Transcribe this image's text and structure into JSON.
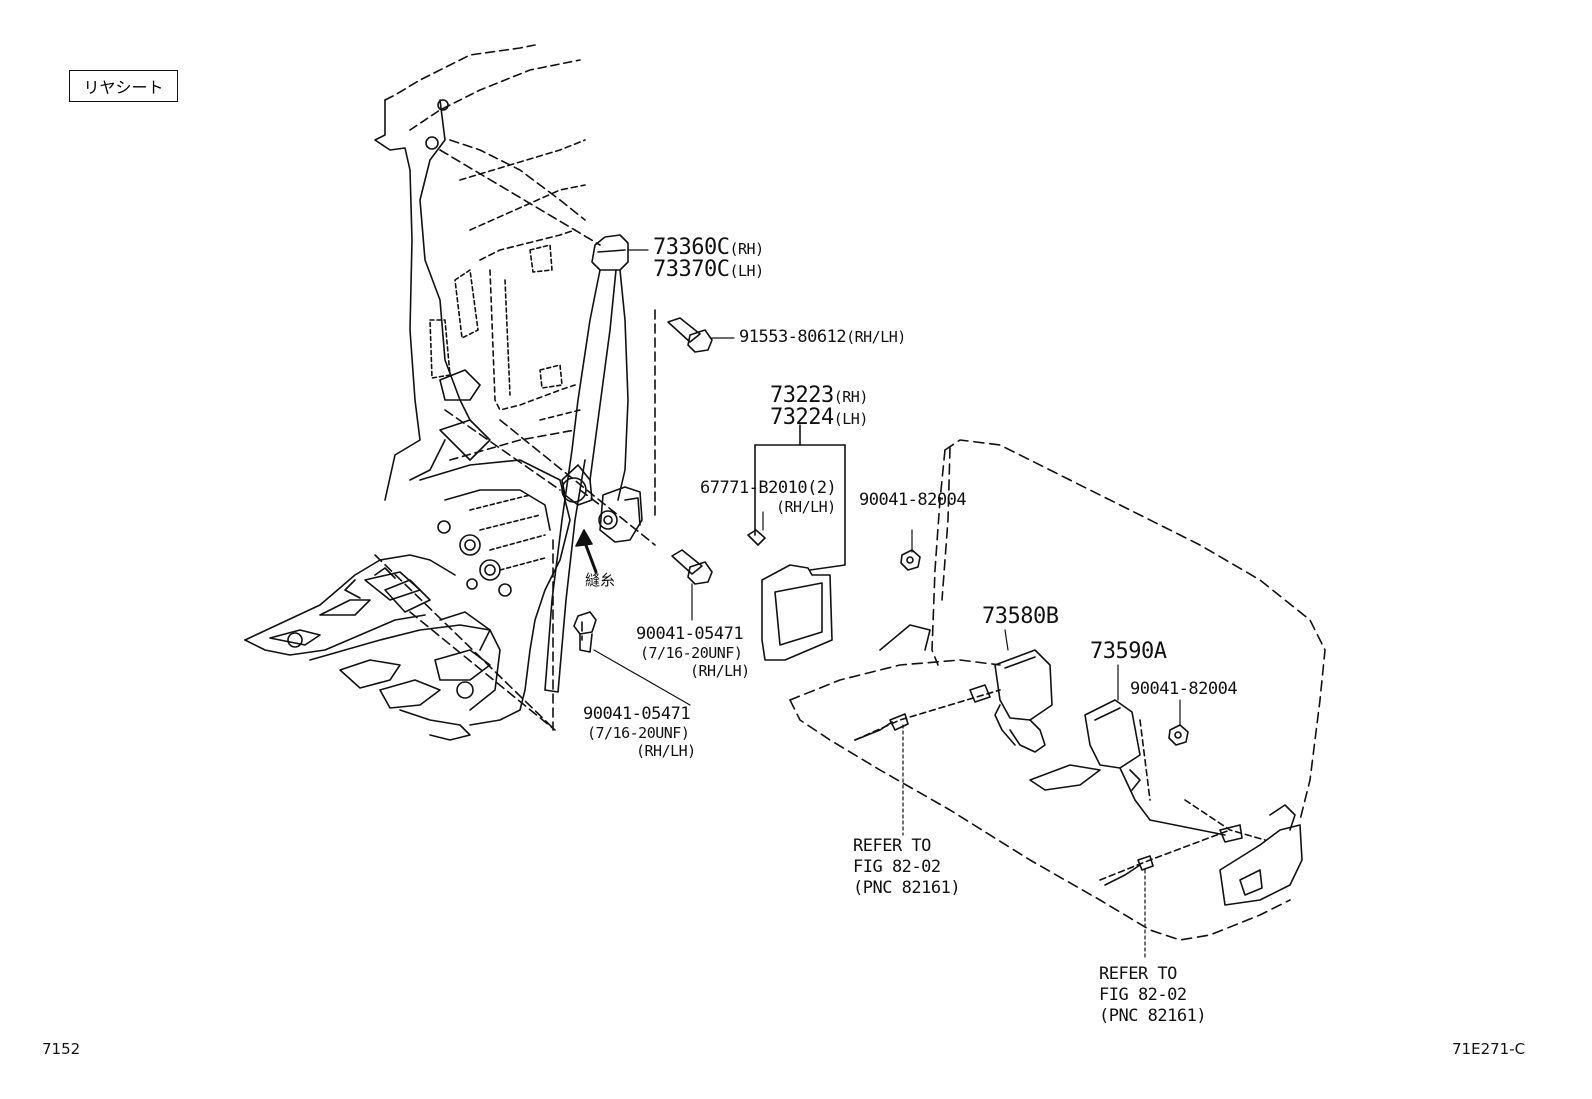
{
  "header": {
    "section_label": "リヤシート"
  },
  "footer": {
    "page_code": "7152",
    "figure_code": "71E271-C"
  },
  "callouts": {
    "retractor_rh": {
      "num": "73360C",
      "side": "(RH)"
    },
    "retractor_lh": {
      "num": "73370C",
      "side": "(LH)"
    },
    "bolt_upper": {
      "num": "91553-80612",
      "note": "(RH/LH)"
    },
    "cover_rh": {
      "num": "73223",
      "side": "(RH)"
    },
    "cover_lh": {
      "num": "73224",
      "side": "(LH)"
    },
    "clip": {
      "num": "67771-B2010(2)",
      "note": "(RH/LH)"
    },
    "nut_upper": {
      "num": "90041-82004"
    },
    "bolt_mid": {
      "num": "90041-05471",
      "thread": "(7/16-20UNF)",
      "note": "(RH/LH)"
    },
    "bolt_lower": {
      "num": "90041-05471",
      "thread": "(7/16-20UNF)",
      "note": "(RH/LH)"
    },
    "stitch_note": {
      "text": "縫糸"
    },
    "buckle_b": {
      "num": "73580B"
    },
    "buckle_a": {
      "num": "73590A"
    },
    "nut_lower": {
      "num": "90041-82004"
    },
    "refer_1": {
      "line1": "REFER TO",
      "line2": "FIG 82-02",
      "line3": "(PNC 82161)"
    },
    "refer_2": {
      "line1": "REFER TO",
      "line2": "FIG 82-02",
      "line3": "(PNC 82161)"
    }
  }
}
